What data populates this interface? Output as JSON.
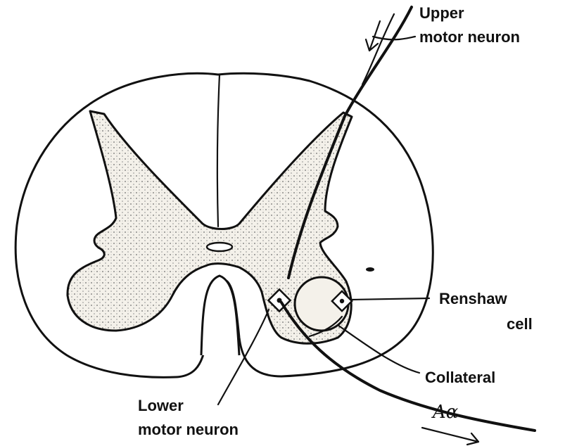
{
  "labels": {
    "upper_motor_neuron_line1": "Upper",
    "upper_motor_neuron_line2": "motor neuron",
    "renshaw_line1": "Renshaw",
    "renshaw_line2": "cell",
    "collateral": "Collateral",
    "lower_motor_neuron_line1": "Lower",
    "lower_motor_neuron_line2": "motor neuron",
    "fiber_type": "Aα"
  }
}
